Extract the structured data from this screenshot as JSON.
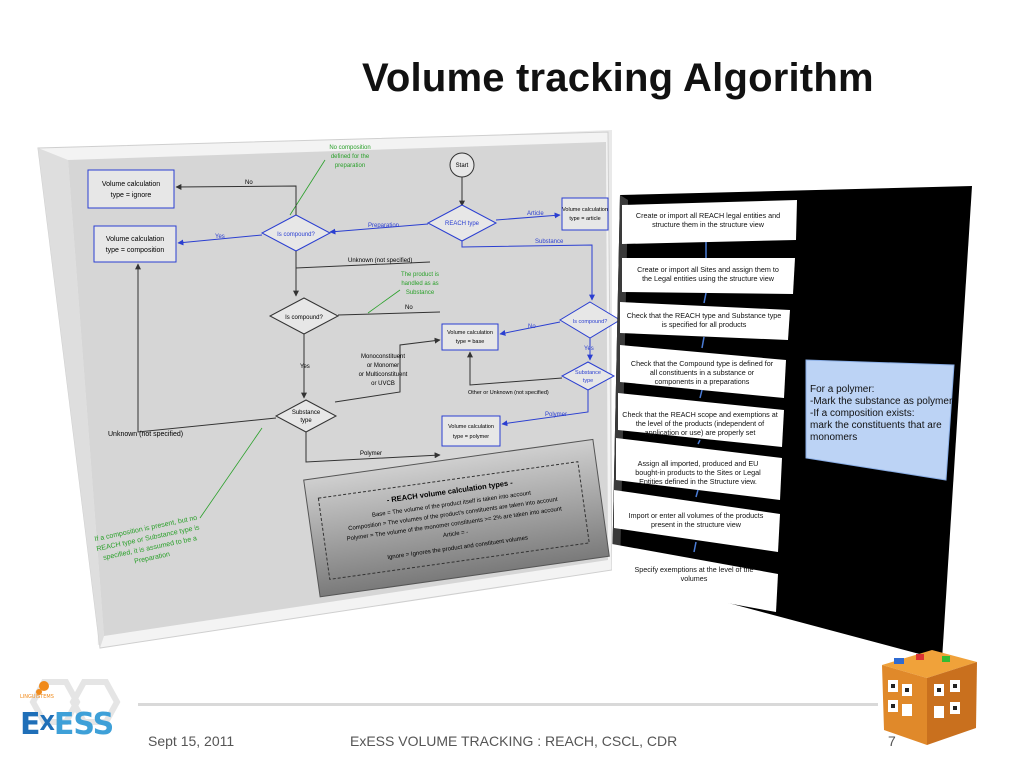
{
  "slide": {
    "title": "Volume tracking Algorithm",
    "footer_date": "Sept 15, 2011",
    "footer_center": "ExESS VOLUME TRACKING : REACH, CSCL, CDR",
    "page_number": "7"
  },
  "logo": {
    "word_e1": "E",
    "word_x": "X",
    "word_ess": "ESS",
    "small_brand": "LINGUISTEMS"
  },
  "flowchart": {
    "start": "Start",
    "note_top": [
      "No composition",
      "defined for the",
      "preparation"
    ],
    "reach_type": "REACH type",
    "vc_article": [
      "Volume calculation",
      "type = article"
    ],
    "article_label": "Article",
    "preparation_label": "Preparation",
    "substance_label": "Substance",
    "vc_ignore": [
      "Volume calculation",
      "type = ignore"
    ],
    "no_label_top": "No",
    "vc_composition": [
      "Volume calculation",
      "type = composition"
    ],
    "yes_label_left": "Yes",
    "is_compound_1": "Is compound?",
    "unknown_not_specified_1": "Unknown (not specified)",
    "note_substance": [
      "The product is",
      "handled as as",
      "Substance"
    ],
    "is_compound_2": "Is compound?",
    "no_label_mid": "No",
    "vc_base": [
      "Volume calculation",
      "type = base"
    ],
    "no_label_right": "No",
    "is_compound_3": "Is compound?",
    "yes_label_right": "Yes",
    "mono": [
      "Monoconstituent",
      "or Monomer",
      "or Multiconstituent",
      "or UVCB"
    ],
    "yes_label_mid": "Yes",
    "substance_type_1": [
      "Substance",
      "type"
    ],
    "substance_type_2": [
      "Substance",
      "type"
    ],
    "other_unknown": "Other or Unknown (not specified)",
    "unknown_not_specified_2": "Unknown (not specified)",
    "vc_polymer": [
      "Volume calculation",
      "type = polymer"
    ],
    "polymer_label_1": "Polymer",
    "polymer_label_2": "Polymer",
    "note_bottom": [
      "If a composition is present, but no",
      "REACH type or Substance type is",
      "specified, it is assumed to be a",
      "Preparation"
    ],
    "legend": {
      "title": "- REACH volume calculation types -",
      "lines": [
        "Base = The volume of the product itself is taken into account",
        "Composition = The volumes of the product's constituents are taken into account",
        "Polymer = The volume of the monomer constituents >= 2% are taken into account",
        "Article = -",
        "Ignore = Ignores the product and constituent volumes"
      ]
    }
  },
  "steps": {
    "items": [
      "Create or import all REACH legal entities and structure them in the structure view",
      "Create or import all Sites and assign them to the Legal entities using the structure view",
      "Check that the REACH type and Substance type is specified for all products",
      "Check that the Compound type is defined for all constituents in a substance or components in a preparations",
      "Check that the REACH scope and exemptions at the level of the products (independent of application or use) are properly set",
      "Assign all imported, produced and EU bought-in products to the Sites or Legal Entities defined in the Structure view.",
      "Import or enter all volumes of the products present in the structure view",
      "Specify exemptions at the level of the volumes"
    ],
    "polymer_note": [
      "For a polymer:",
      "-Mark the substance as polymer",
      "-If a composition exists:",
      "  mark the constituents that are",
      "  monomers"
    ]
  },
  "colors": {
    "flow_blue": "#2b3fd1",
    "note_green": "#2aa02a",
    "panel_black": "#000000",
    "note_fill": "#bcd3f5"
  }
}
